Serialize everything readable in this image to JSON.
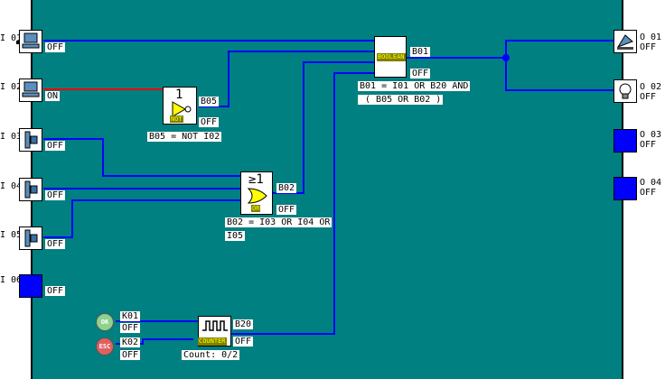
{
  "inputs": [
    {
      "id": "I 01",
      "state": "OFF"
    },
    {
      "id": "I 02",
      "state": "ON"
    },
    {
      "id": "I 03",
      "state": "OFF"
    },
    {
      "id": "I 04",
      "state": "OFF"
    },
    {
      "id": "I 05",
      "state": "OFF"
    },
    {
      "id": "I 06",
      "state": "OFF"
    }
  ],
  "outputs": [
    {
      "id": "O 01",
      "state": "OFF"
    },
    {
      "id": "O 02",
      "state": "OFF"
    },
    {
      "id": "O 03",
      "state": "OFF"
    },
    {
      "id": "O 04",
      "state": "OFF"
    }
  ],
  "keys": [
    {
      "id": "K01",
      "state": "OFF",
      "button": "OK"
    },
    {
      "id": "K02",
      "state": "OFF",
      "button": "ESC"
    }
  ],
  "blocks": {
    "boolean": {
      "id": "B01",
      "type_label": "BOOLEAN",
      "state": "OFF",
      "formula_line1": "B01 = I01 OR B20 AND",
      "formula_line2": " ( B05 OR B02 )"
    },
    "not": {
      "id": "B05",
      "glyph": "1",
      "type_label": "NOT",
      "state": "OFF",
      "formula": "B05 = NOT I02"
    },
    "or": {
      "id": "B02",
      "glyph": "≥1",
      "type_label": "OR",
      "state": "OFF",
      "formula_line1": "B02 = I03 OR I04 OR",
      "formula_line2": "I05"
    },
    "counter": {
      "id": "B20",
      "type_label": "COUNTER",
      "state": "OFF",
      "count_text": "Count: 0/2"
    }
  },
  "colors": {
    "canvas": "#008080",
    "wire": "#0000ff",
    "active_wire": "#ff0000",
    "output_block": "#0000ff"
  }
}
